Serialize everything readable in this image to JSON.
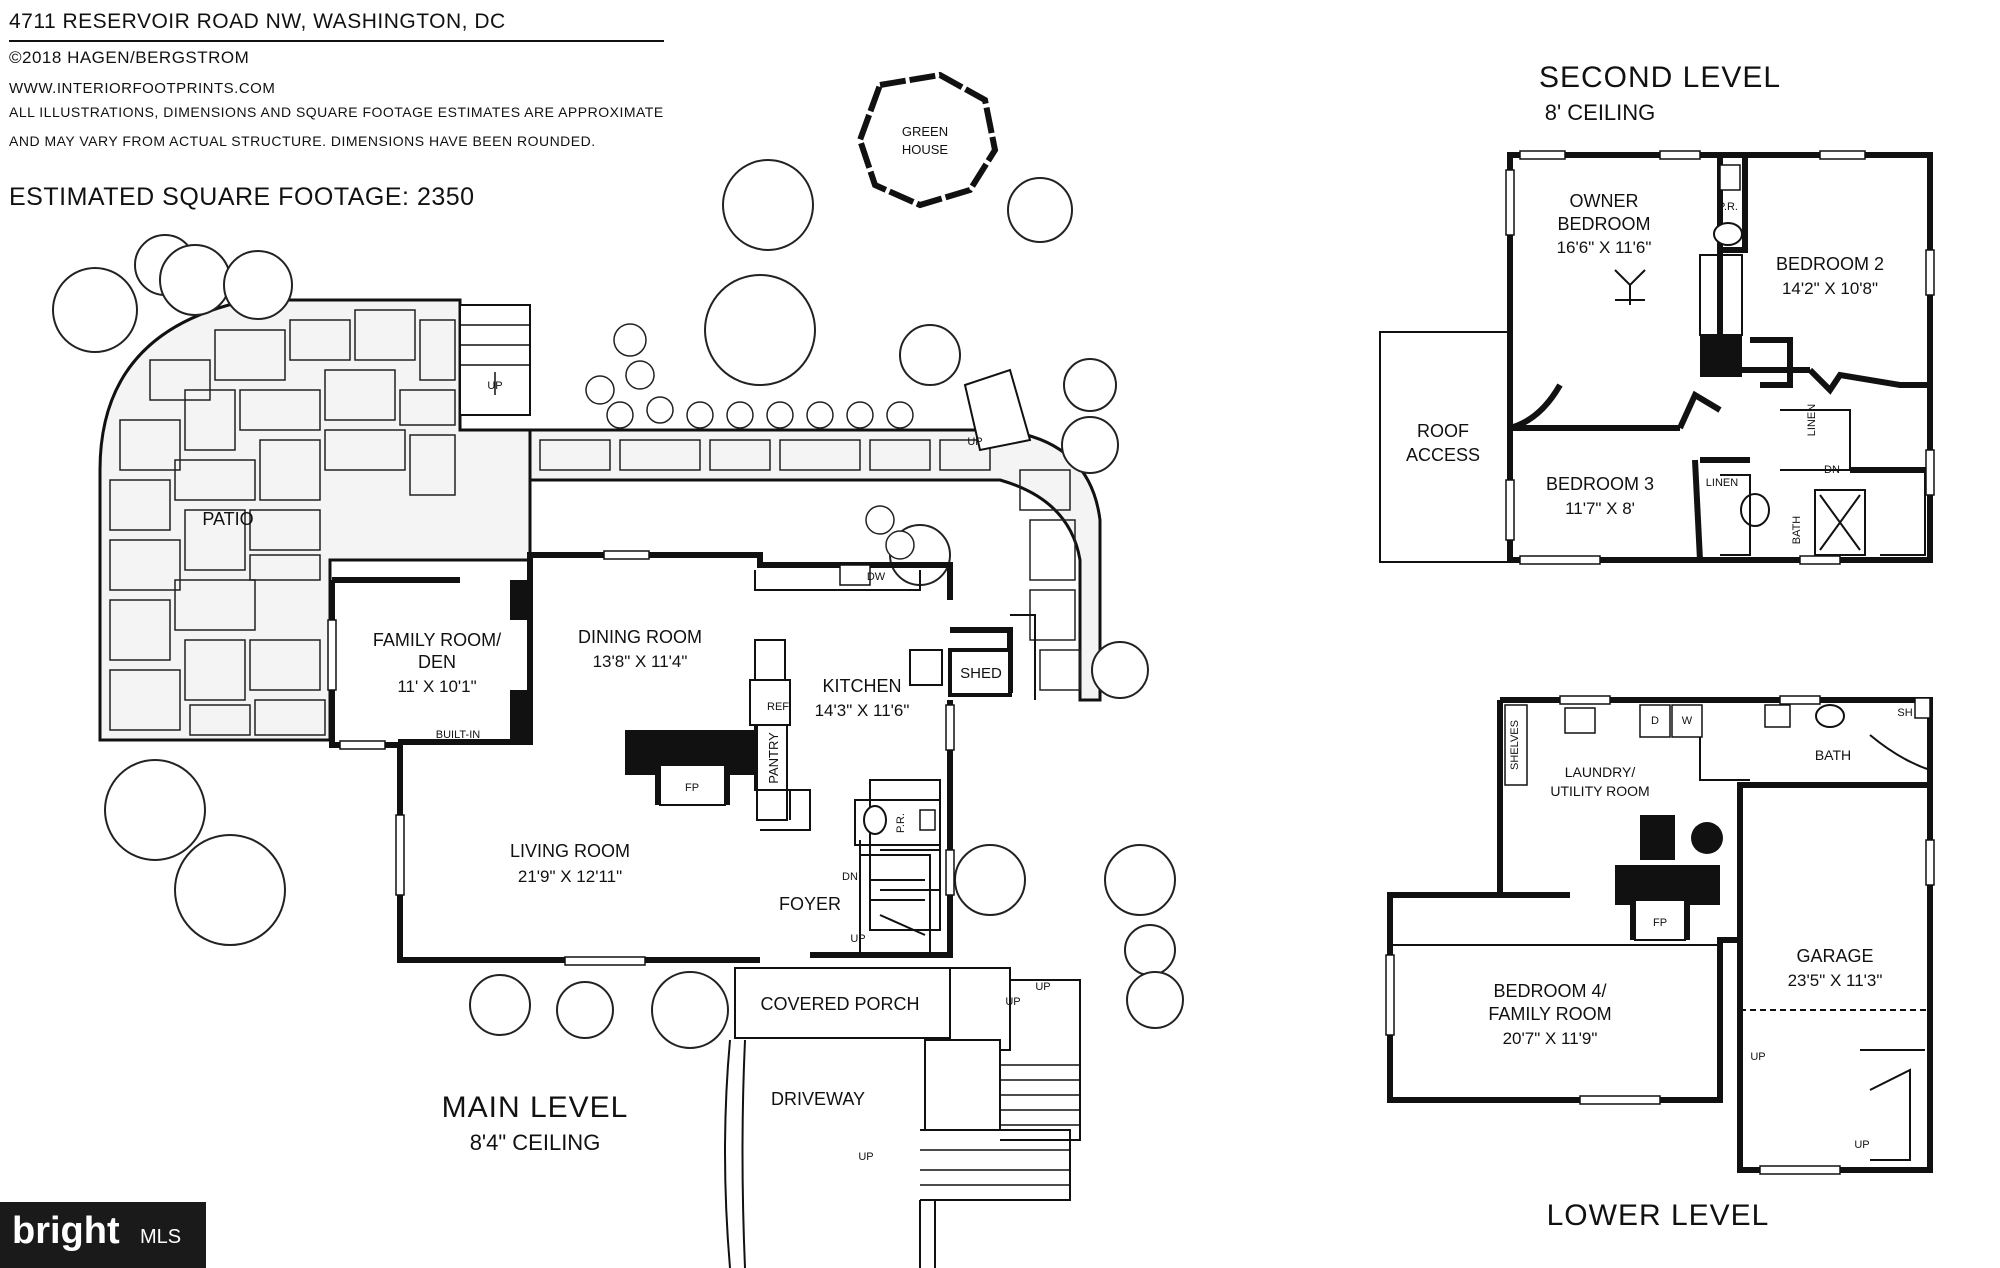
{
  "header": {
    "address": "4711 RESERVOIR ROAD NW, WASHINGTON, DC",
    "copyright": "©2018 HAGEN/BERGSTROM",
    "website": "WWW.INTERIORFOOTPRINTS.COM",
    "disclaimer_1": "ALL ILLUSTRATIONS, DIMENSIONS AND SQUARE FOOTAGE ESTIMATES ARE APPROXIMATE",
    "disclaimer_2": "AND MAY VARY FROM ACTUAL STRUCTURE. DIMENSIONS HAVE BEEN ROUNDED.",
    "square_footage": "ESTIMATED SQUARE FOOTAGE: 2350"
  },
  "main_level": {
    "title": "MAIN LEVEL",
    "ceiling": "8'4\" CEILING",
    "green_house_1": "GREEN",
    "green_house_2": "HOUSE",
    "patio": "PATIO",
    "family_room_1": "FAMILY ROOM/",
    "family_room_2": "DEN",
    "family_room_dim": "11' X 10'1\"",
    "built_in": "BUILT-IN",
    "dining_room": "DINING ROOM",
    "dining_room_dim": "13'8\" X 11'4\"",
    "kitchen": "KITCHEN",
    "kitchen_dim": "14'3\" X 11'6\"",
    "dw": "DW",
    "ref": "REF",
    "pantry": "PANTRY",
    "shed": "SHED",
    "fp": "FP",
    "living_room": "LIVING ROOM",
    "living_room_dim": "21'9\" X 12'11\"",
    "pr": "P.R.",
    "dn": "DN",
    "foyer": "FOYER",
    "up": "UP",
    "covered_porch": "COVERED PORCH",
    "driveway": "DRIVEWAY"
  },
  "second_level": {
    "title": "SECOND LEVEL",
    "ceiling": "8' CEILING",
    "owner_bedroom_1": "OWNER",
    "owner_bedroom_2": "BEDROOM",
    "owner_bedroom_dim": "16'6\" X 11'6\"",
    "pr": "P.R.",
    "bedroom2": "BEDROOM 2",
    "bedroom2_dim": "14'2\" X 10'8\"",
    "roof_access_1": "ROOF",
    "roof_access_2": "ACCESS",
    "bedroom3": "BEDROOM 3",
    "bedroom3_dim": "11'7\" X 8'",
    "linen": "LINEN",
    "dn": "DN",
    "bath": "BATH"
  },
  "lower_level": {
    "title": "LOWER LEVEL",
    "shelves": "SHELVES",
    "d": "D",
    "w": "W",
    "sh": "SH",
    "bath": "BATH",
    "laundry_1": "LAUNDRY/",
    "laundry_2": "UTILITY ROOM",
    "fp": "FP",
    "bedroom4_1": "BEDROOM 4/",
    "bedroom4_2": "FAMILY ROOM",
    "bedroom4_dim": "20'7\" X 11'9\"",
    "garage": "GARAGE",
    "garage_dim": "23'5\" X 11'3\"",
    "up": "UP"
  },
  "logo": {
    "brand": "bright",
    "mls": "MLS"
  }
}
